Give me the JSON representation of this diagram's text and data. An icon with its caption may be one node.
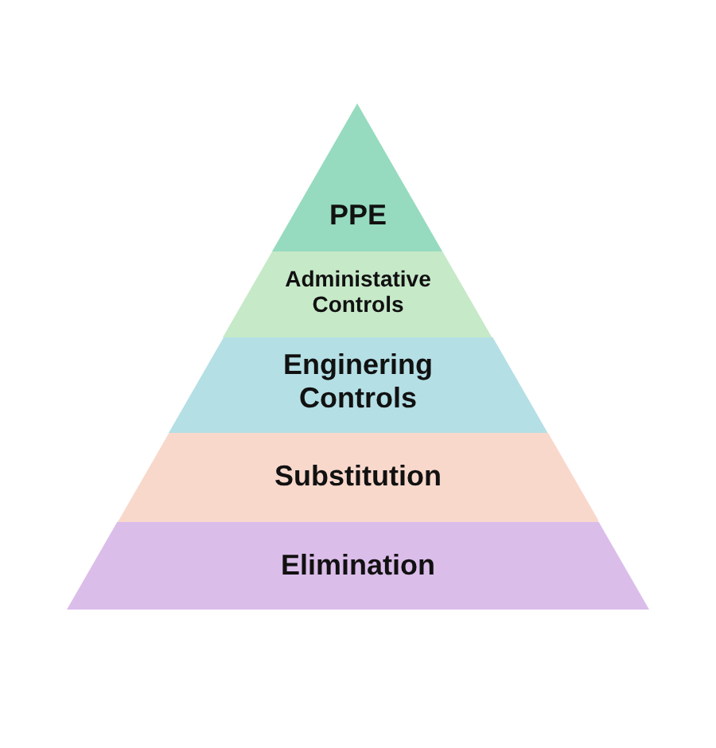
{
  "diagram": {
    "nodes": [
      {
        "text": [
          "PPE"
        ]
      },
      {
        "text": [
          "Administative Controls"
        ]
      },
      {
        "text": [
          "Enginering Controls"
        ]
      },
      {
        "text": [
          "Substitution"
        ]
      },
      {
        "text": [
          "Elimination"
        ]
      }
    ]
  }
}
